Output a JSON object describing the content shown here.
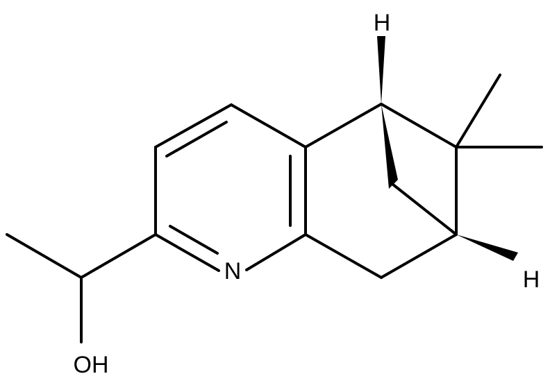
{
  "molecule": {
    "atoms": {
      "nitrogen": "N",
      "hydroxyl": "OH",
      "hydrogen_top": "H",
      "hydrogen_bottom": "H"
    },
    "colors": {
      "bond": "#000000",
      "background": "#ffffff"
    }
  }
}
